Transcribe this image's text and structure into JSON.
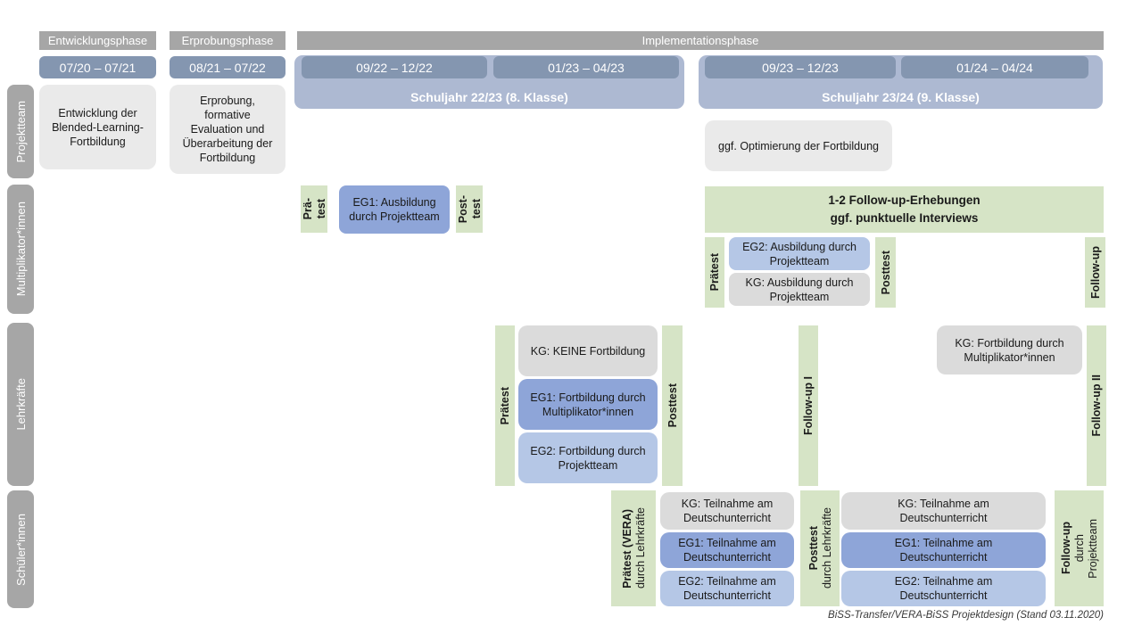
{
  "colors": {
    "header_gray": "#a6a6a6",
    "date_blue": "#8496b0",
    "school_year_blue": "#adb9d2",
    "box_gray_light": "#eaeaea",
    "box_gray": "#dbdbdb",
    "box_blue_medium": "#8ea5d8",
    "box_blue_light": "#b5c7e6",
    "box_green": "#d6e4c6"
  },
  "phases": {
    "entwicklung": "Entwicklungsphase",
    "erprobung": "Erprobungsphase",
    "implementation": "Implementationsphase"
  },
  "dates": {
    "d1": "07/20 – 07/21",
    "d2": "08/21 – 07/22",
    "d3": "09/22 – 12/22",
    "d4": "01/23 – 04/23",
    "d5": "09/23 – 12/23",
    "d6": "01/24 – 04/24"
  },
  "school_years": {
    "y1": "Schuljahr 22/23 (8. Klasse)",
    "y2": "Schuljahr 23/24 (9. Klasse)"
  },
  "row_labels": {
    "projektteam": "Projektteam",
    "multiplikatoren": "Multiplikator*innen",
    "lehrkraefte": "Lehrkräfte",
    "schueler": "Schüler*innen"
  },
  "projektteam": {
    "entwicklung_box": "Entwicklung der Blended-Learning-Fortbildung",
    "erprobung_box": "Erprobung, formative Evaluation und Überarbeitung der Fortbildung",
    "optimierung_box": "ggf. Optimierung der Fortbildung"
  },
  "multiplikatoren": {
    "praetest_split": [
      "Prä-",
      "test"
    ],
    "eg1": "EG1: Ausbildung durch Projektteam",
    "posttest_split": [
      "Post-",
      "test"
    ],
    "followup_box_line1": "1-2 Follow-up-Erhebungen",
    "followup_box_line2": "ggf. punktuelle Interviews",
    "praetest": "Prätest",
    "eg2": "EG2: Ausbildung durch Projektteam",
    "kg": "KG: Ausbildung durch Projektteam",
    "posttest": "Posttest",
    "followup": "Follow-up"
  },
  "lehrkraefte": {
    "praetest": "Prätest",
    "kg": "KG: KEINE Fortbildung",
    "eg1": "EG1: Fortbildung durch Multiplikator*innen",
    "eg2": "EG2: Fortbildung durch Projektteam",
    "posttest": "Posttest",
    "followup1": "Follow-up I",
    "kg2": "KG: Fortbildung durch Multiplikator*innen",
    "followup2": "Follow-up II"
  },
  "schueler": {
    "praetest_bold": "Prätest (VERA)",
    "praetest_sub": "durch Lehrkräfte",
    "kg": "KG: Teilnahme am Deutschunterricht",
    "eg1": "EG1: Teilnahme am Deutschunterricht",
    "eg2": "EG2: Teilnahme am Deutschunterricht",
    "posttest_bold": "Posttest",
    "posttest_sub": "durch Lehrkräfte",
    "kg2": "KG: Teilnahme am Deutschunterricht",
    "eg1b": "EG1: Teilnahme am Deutschunterricht",
    "eg2b": "EG2: Teilnahme am Deutschunterricht",
    "followup_bold": "Follow-up",
    "followup_sub1": "durch",
    "followup_sub2": "Projektteam"
  },
  "caption": "BiSS-Transfer/VERA-BiSS Projektdesign (Stand 03.11.2020)"
}
